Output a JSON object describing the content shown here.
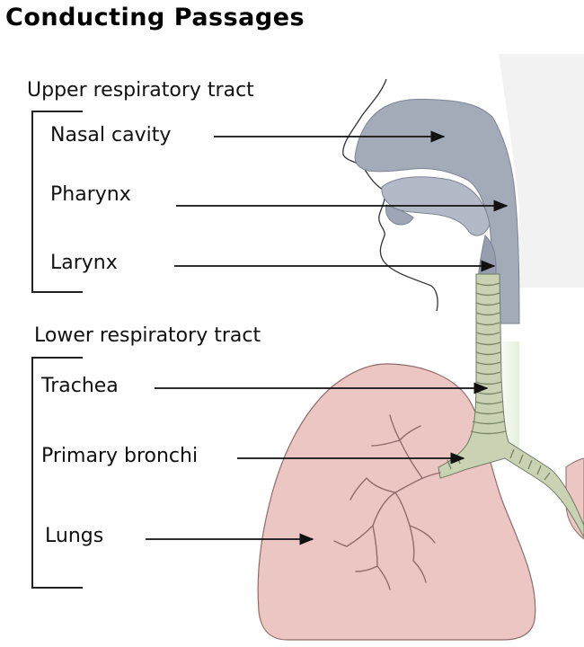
{
  "title": "Conducting Passages",
  "upper": {
    "heading": "Upper respiratory tract",
    "labels": [
      "Nasal cavity",
      "Pharynx",
      "Larynx"
    ]
  },
  "lower": {
    "heading": "Lower respiratory tract",
    "labels": [
      "Trachea",
      "Primary bronchi",
      "Lungs"
    ]
  },
  "colors": {
    "airway": "#a3aab8",
    "airway_dark": "#8e96a6",
    "trachea": "#c9d3b4",
    "lung": "#ecc6c2",
    "lung_edge": "#8f6c6a",
    "pointer": "#111111"
  }
}
